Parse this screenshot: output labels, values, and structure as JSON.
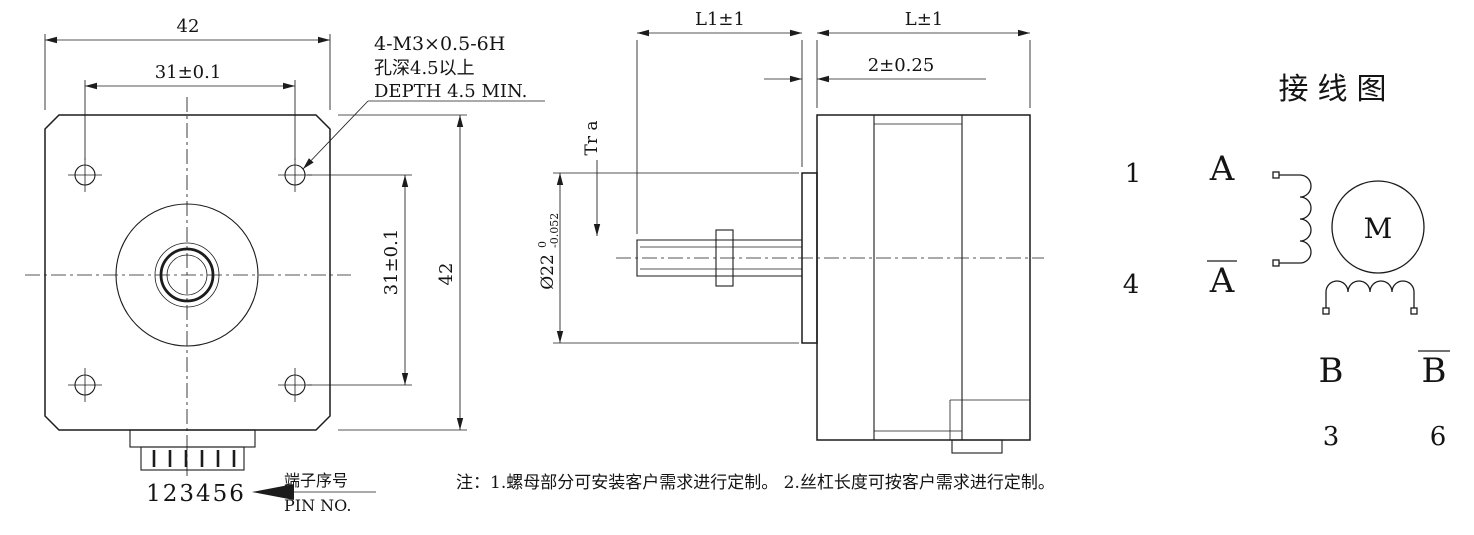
{
  "front": {
    "dim_width_top": "42",
    "dim_holes_top": "31±0.1",
    "dim_height_right": "42",
    "dim_holes_right": "31±0.1",
    "callout_line1": "4-M3×0.5-6H",
    "callout_line2": "孔深4.5以上",
    "callout_line3": "DEPTH 4.5 MIN.",
    "pin_numbers": "123456",
    "pin_label_cn": "端子序号",
    "pin_label_en": "PIN NO."
  },
  "side": {
    "dim_screw_length": "L1±1",
    "dim_body_length": "L±1",
    "dim_boss_thickness": "2±0.25",
    "thread_label": "Tr a",
    "dim_boss_dia": "Ø22",
    "dia_tol_upper": "0",
    "dia_tol_lower": "-0.052"
  },
  "wiring": {
    "title": "接线图",
    "pin1": "1",
    "phase_a": "A",
    "pin4": "4",
    "phase_a_bar": "A",
    "motor": "M",
    "phase_b": "B",
    "phase_b_bar": "B",
    "pin3": "3",
    "pin6": "6"
  },
  "notes": {
    "line": "注：1.螺母部分可安装客户需求进行定制。 2.丝杠长度可按客户需求进行定制。"
  },
  "colors": {
    "line": "#1c1c1c",
    "background": "#ffffff"
  }
}
